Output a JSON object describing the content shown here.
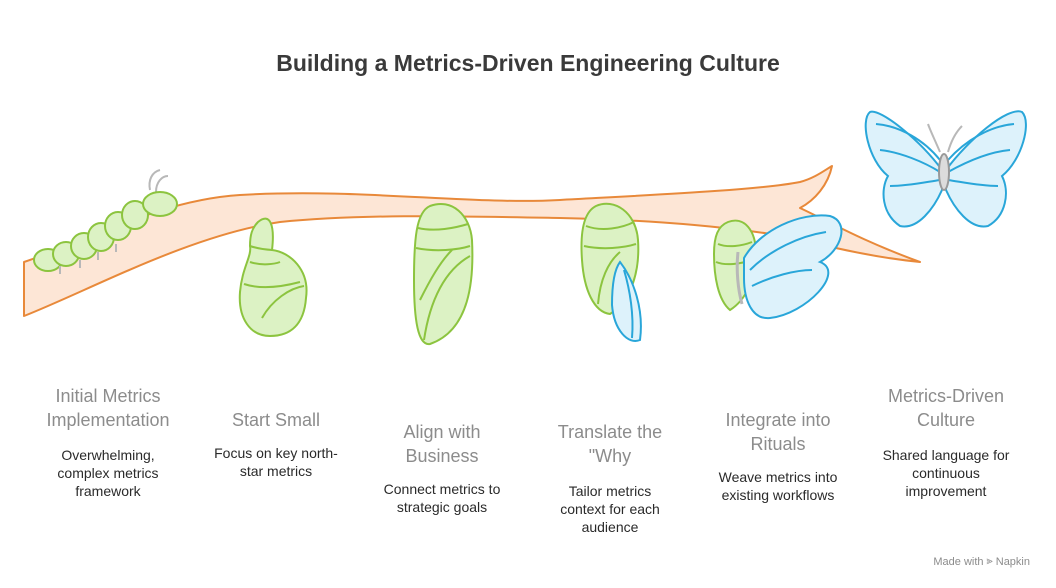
{
  "title": "Building a Metrics-Driven Engineering Culture",
  "stages": [
    {
      "title": "Initial Metrics Implementation",
      "title_lines": [
        "Initial Metrics",
        "Implementation"
      ],
      "desc_lines": [
        "Overwhelming,",
        "complex metrics",
        "framework"
      ],
      "icon": "caterpillar-icon"
    },
    {
      "title": "Start Small",
      "title_lines": [
        "Start Small"
      ],
      "desc_lines": [
        "Focus on key north-",
        "star metrics"
      ],
      "icon": "pupa-icon"
    },
    {
      "title": "Align with Business",
      "title_lines": [
        "Align with",
        "Business"
      ],
      "desc_lines": [
        "Connect metrics to",
        "strategic goals"
      ],
      "icon": "chrysalis-icon"
    },
    {
      "title": "Translate the \"Why",
      "title_lines": [
        "Translate the",
        "\"Why"
      ],
      "desc_lines": [
        "Tailor metrics",
        "context for each",
        "audience"
      ],
      "icon": "chrysalis-wing-icon"
    },
    {
      "title": "Integrate into Rituals",
      "title_lines": [
        "Integrate into",
        "Rituals"
      ],
      "desc_lines": [
        "Weave metrics into",
        "existing workflows"
      ],
      "icon": "emerging-butterfly-icon"
    },
    {
      "title": "Metrics-Driven Culture",
      "title_lines": [
        "Metrics-Driven",
        "Culture"
      ],
      "desc_lines": [
        "Shared language for",
        "continuous",
        "improvement"
      ],
      "icon": "butterfly-icon"
    }
  ],
  "footer": {
    "made_with": "Made with",
    "brand": "Napkin",
    "logo_icon": "napkin-logo-icon"
  },
  "colors": {
    "branch_fill": "#fde6d6",
    "branch_stroke": "#e8893a",
    "green_fill": "#dcf2c4",
    "green_stroke": "#8cc43f",
    "blue_fill": "#ddf2fb",
    "blue_stroke": "#29a6d9",
    "title": "#3a3a3a",
    "stage_title": "#8c8c8c"
  }
}
